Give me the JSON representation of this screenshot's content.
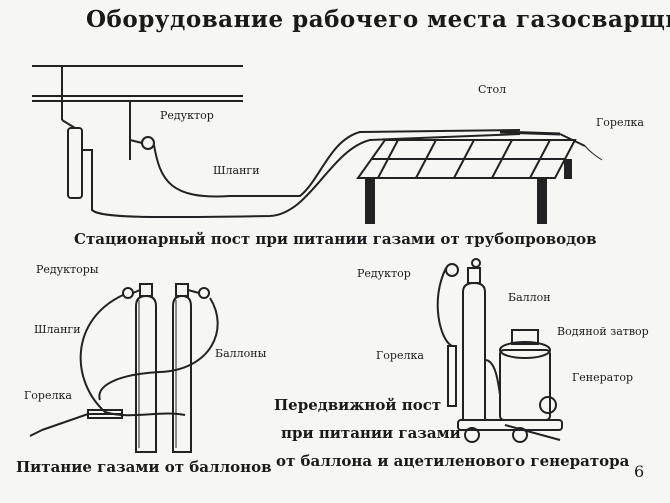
{
  "title": "Оборудование рабочего места газосварщика",
  "top": {
    "caption": "Стационарный пост при питании газами от трубопроводов",
    "labels": {
      "table": "Стол",
      "reducer": "Редуктор",
      "torch": "Горелка",
      "hoses": "Шланги"
    }
  },
  "left": {
    "caption": "Питание газами от баллонов",
    "labels": {
      "reducers": "Редукторы",
      "hoses": "Шланги",
      "cylinders": "Баллоны",
      "torch": "Горелка"
    }
  },
  "right": {
    "caption_lines": [
      "Передвижной пост",
      "при питании газами",
      "от баллона и ацетиленового генератора"
    ],
    "labels": {
      "reducer": "Редуктор",
      "cylinder": "Баллон",
      "water_seal": "Водяной затвор",
      "torch": "Горелка",
      "generator": "Генератор"
    }
  },
  "page_number": "6"
}
